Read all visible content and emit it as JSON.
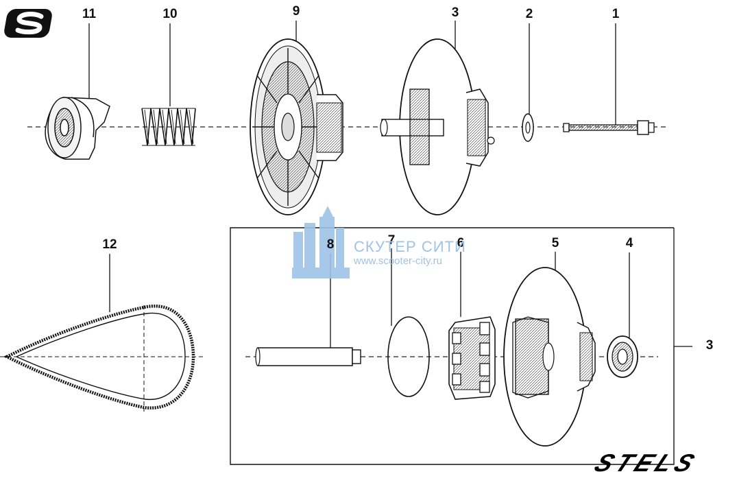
{
  "callouts": {
    "c1": "1",
    "c2": "2",
    "c3_top": "3",
    "c9": "9",
    "c10": "10",
    "c11": "11",
    "c12": "12",
    "c8": "8",
    "c7": "7",
    "c6": "6",
    "c5": "5",
    "c4": "4",
    "c3_side": "3"
  },
  "watermark": {
    "name": "СКУТЕР СИТИ",
    "url": "www.scooter-city.ru"
  },
  "brand": {
    "text": "STELS"
  },
  "colors": {
    "line": "#1a1a1a",
    "watermark": "#9ec3e6"
  },
  "icons": {
    "logo": "s-badge-icon"
  }
}
